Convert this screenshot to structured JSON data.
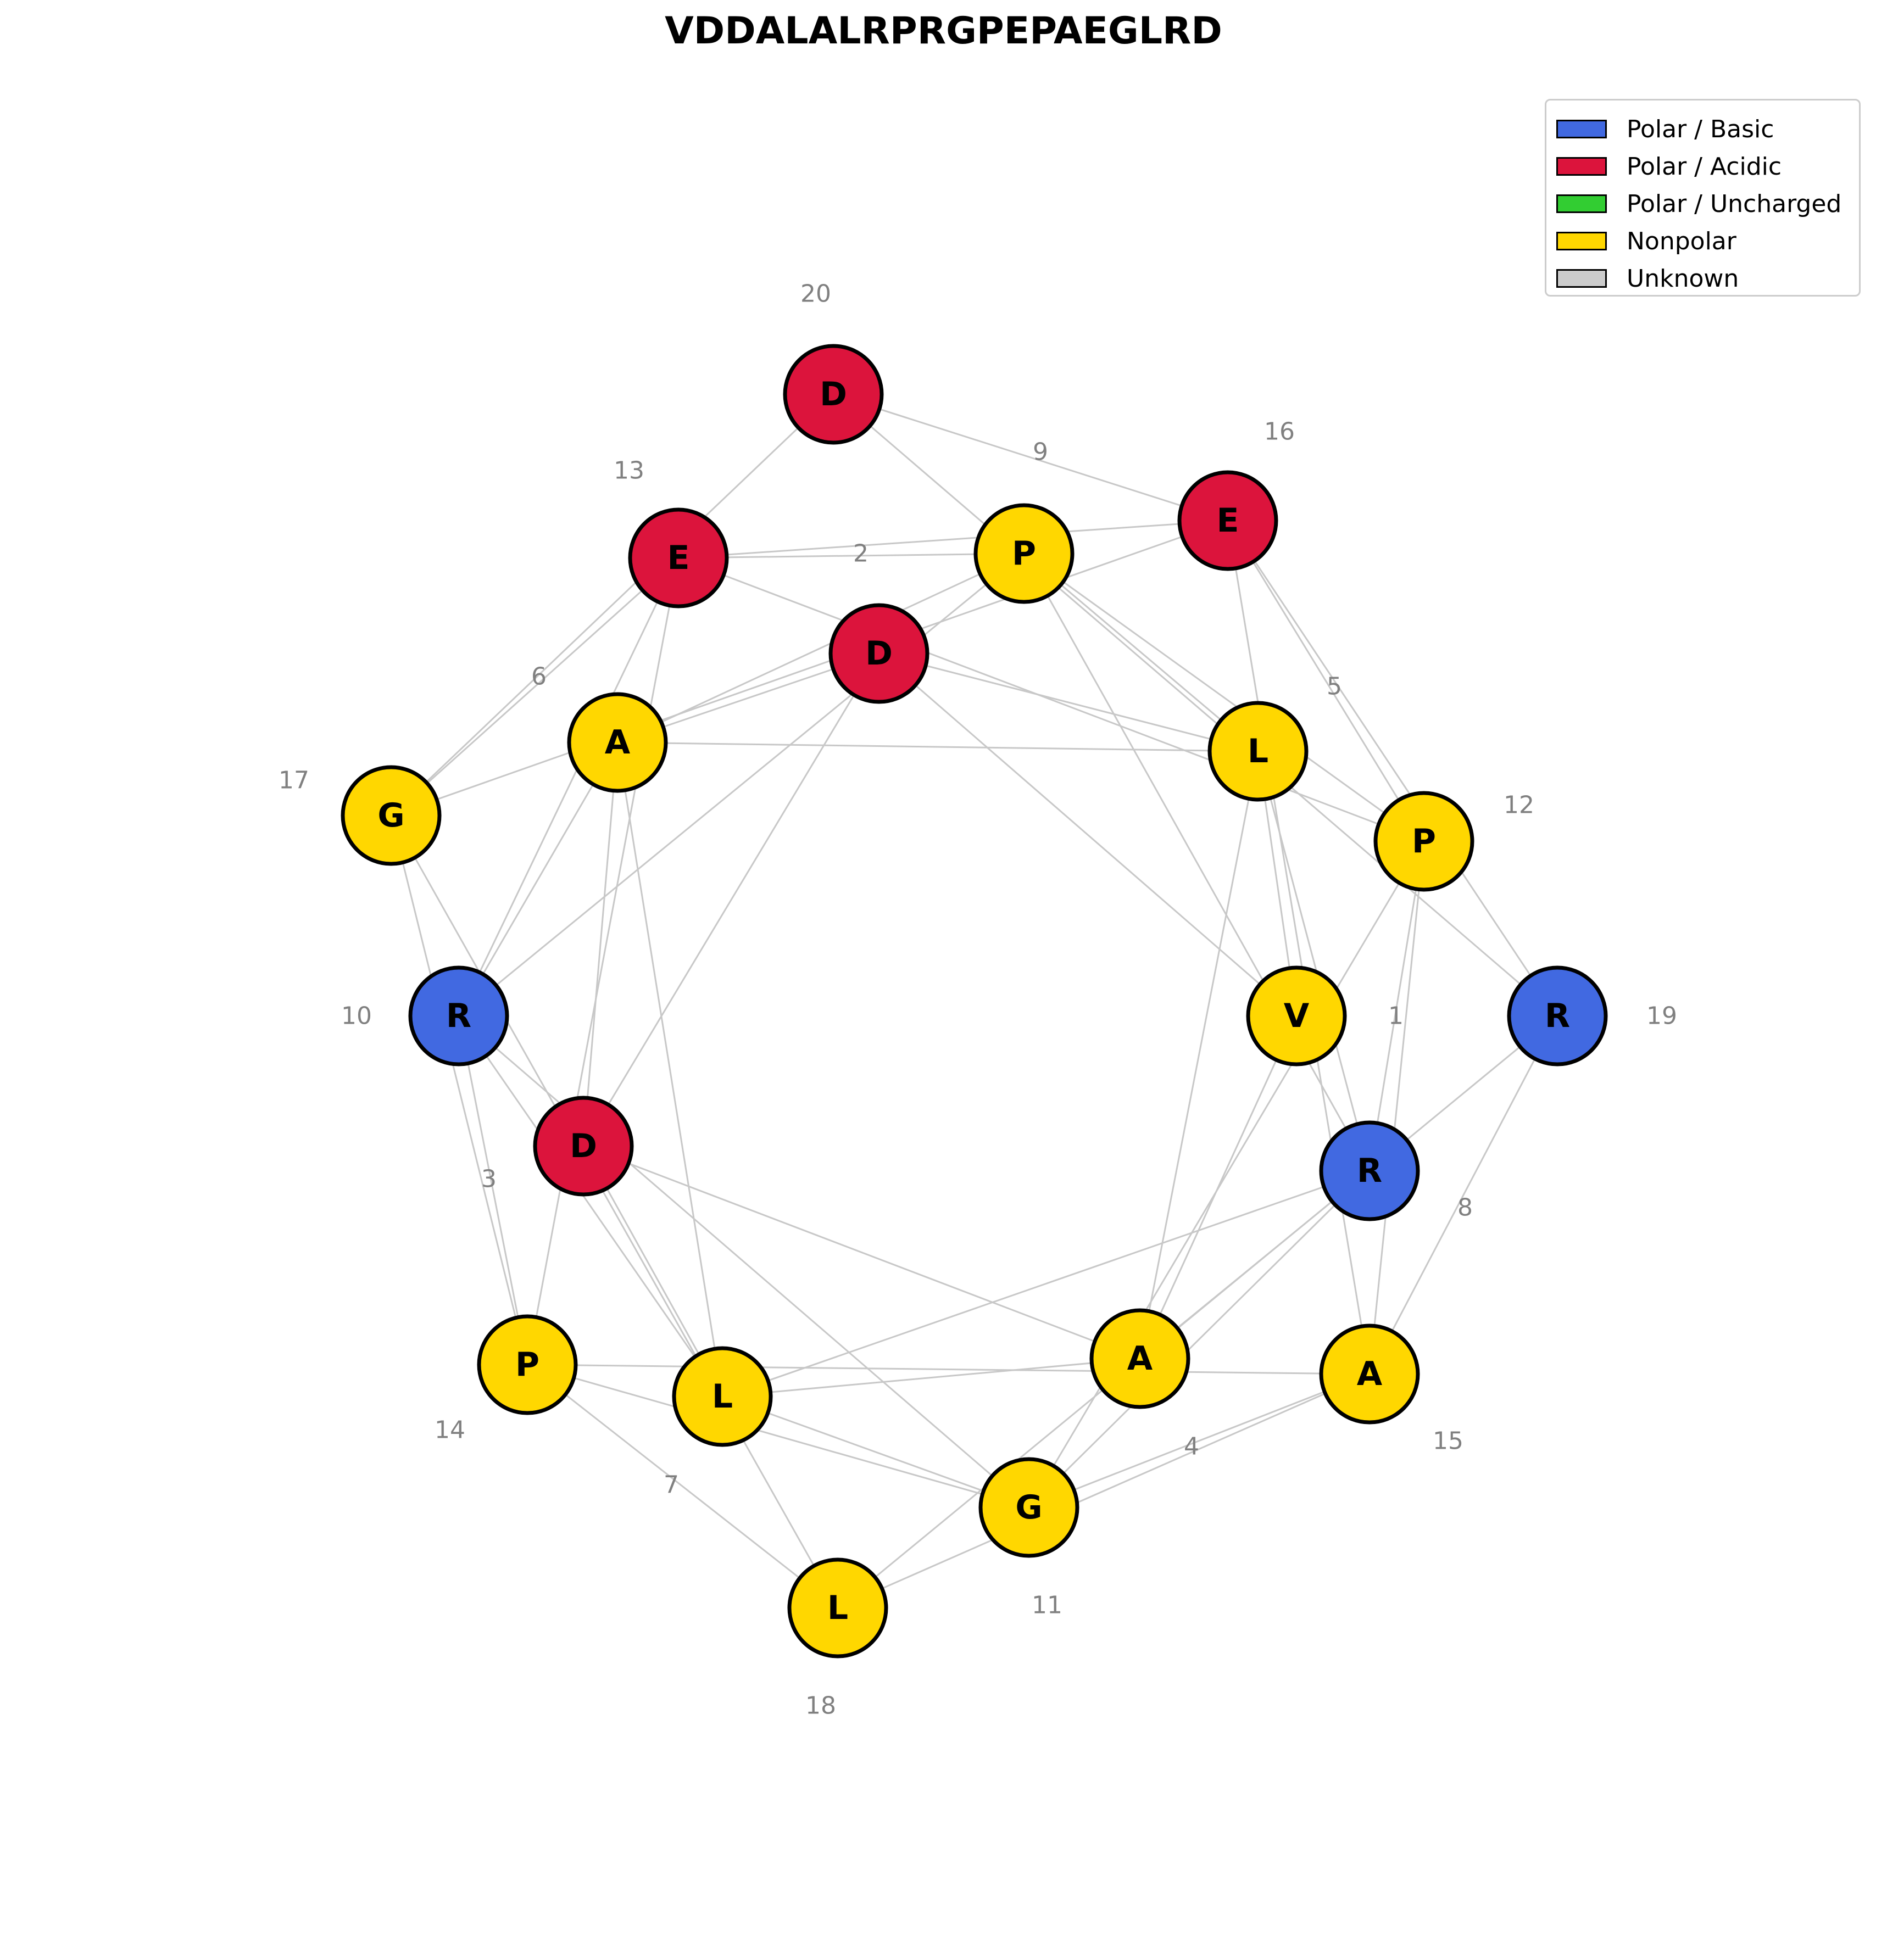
{
  "title": "VDDALALRPRGPEPAEGLRD",
  "legend": [
    {
      "label": "Polar / Basic",
      "color": "#4169E1"
    },
    {
      "label": "Polar / Acidic",
      "color": "#DC143C"
    },
    {
      "label": "Polar / Uncharged",
      "color": "#32CD32"
    },
    {
      "label": "Nonpolar",
      "color": "#FFD700"
    },
    {
      "label": "Unknown",
      "color": "#CCCCCC"
    }
  ],
  "edge_color": "#C8C8C8",
  "residues": [
    {
      "index": "1",
      "letter": "V",
      "category": "Nonpolar"
    },
    {
      "index": "2",
      "letter": "D",
      "category": "Polar / Acidic"
    },
    {
      "index": "3",
      "letter": "D",
      "category": "Polar / Acidic"
    },
    {
      "index": "4",
      "letter": "A",
      "category": "Nonpolar"
    },
    {
      "index": "5",
      "letter": "L",
      "category": "Nonpolar"
    },
    {
      "index": "6",
      "letter": "A",
      "category": "Nonpolar"
    },
    {
      "index": "7",
      "letter": "L",
      "category": "Nonpolar"
    },
    {
      "index": "8",
      "letter": "R",
      "category": "Polar / Basic"
    },
    {
      "index": "9",
      "letter": "P",
      "category": "Nonpolar"
    },
    {
      "index": "10",
      "letter": "R",
      "category": "Polar / Basic"
    },
    {
      "index": "11",
      "letter": "G",
      "category": "Nonpolar"
    },
    {
      "index": "12",
      "letter": "P",
      "category": "Nonpolar"
    },
    {
      "index": "13",
      "letter": "E",
      "category": "Polar / Acidic"
    },
    {
      "index": "14",
      "letter": "P",
      "category": "Nonpolar"
    },
    {
      "index": "15",
      "letter": "A",
      "category": "Nonpolar"
    },
    {
      "index": "16",
      "letter": "E",
      "category": "Polar / Acidic"
    },
    {
      "index": "17",
      "letter": "G",
      "category": "Nonpolar"
    },
    {
      "index": "18",
      "letter": "L",
      "category": "Nonpolar"
    },
    {
      "index": "19",
      "letter": "R",
      "category": "Polar / Basic"
    },
    {
      "index": "20",
      "letter": "D",
      "category": "Polar / Acidic"
    }
  ]
}
